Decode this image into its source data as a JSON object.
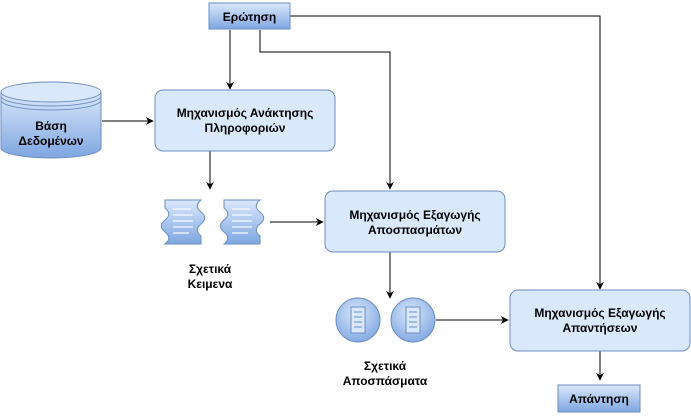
{
  "question": "Ερώτηση",
  "database": [
    "Βάση",
    "Δεδομένων"
  ],
  "retrieval_engine": [
    "Μηχανισμός Ανάκτησης",
    "Πληροφοριών"
  ],
  "relevant_texts": [
    "Σχετικά",
    "Κειμενα"
  ],
  "passage_engine": [
    "Μηχανισμός Εξαγωγής",
    "Αποσπασμάτων"
  ],
  "relevant_passages": [
    "Σχετικά",
    "Αποσπάσματα"
  ],
  "answer_engine": [
    "Μηχανισμός Εξαγωγής",
    "Απαντήσεων"
  ],
  "answer": "Απάντηση",
  "colors": {
    "box_fill": "#dae8fc",
    "box_stroke": "#6c8ebf",
    "gradient_light": "#dae8fc",
    "gradient_dark": "#7ea6e0",
    "arrow": "#000000"
  }
}
